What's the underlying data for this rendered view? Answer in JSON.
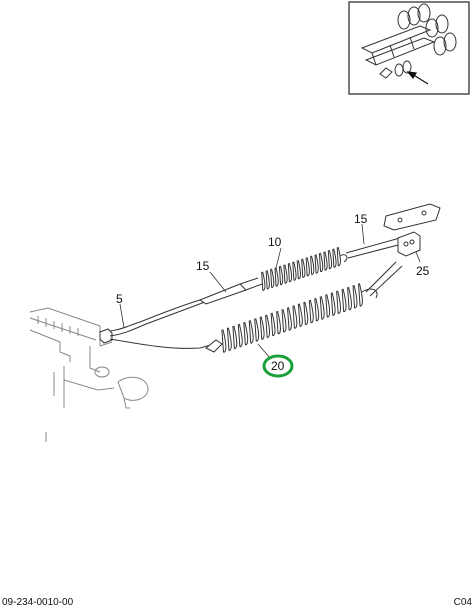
{
  "callouts": {
    "c10": "10",
    "c15a": "15",
    "c15b": "15",
    "c25": "25",
    "c5": "5",
    "c20": "20"
  },
  "highlight_color": "#1aa03a",
  "footer": {
    "doc_number": "09-234-0010-00",
    "sheet_code": "C04"
  },
  "icons": [
    "inset-locator-icon",
    "arrow-icon"
  ]
}
